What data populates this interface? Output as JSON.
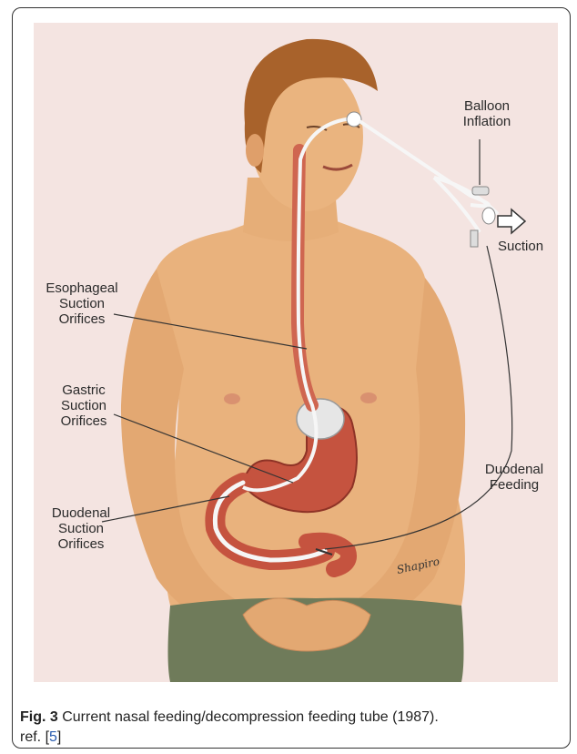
{
  "figure": {
    "labels": {
      "balloon_inflation": [
        "Balloon",
        "Inflation"
      ],
      "suction": "Suction",
      "esophageal": [
        "Esophageal",
        "Suction",
        "Orifices"
      ],
      "gastric": [
        "Gastric",
        "Suction",
        "Orifices"
      ],
      "duodenal_feeding": [
        "Duodenal",
        "Feeding"
      ],
      "duodenal_suction": [
        "Duodenal",
        "Suction",
        "Orifices"
      ]
    },
    "artist_signature": "Shapiro",
    "colors": {
      "background": "#f4e4e1",
      "skin": "#e9b27d",
      "hair": "#a8622b",
      "pants": "#6f7b5a",
      "organ": "#c5533f"
    }
  },
  "caption": {
    "fig_label": "Fig. 3",
    "text": " Current nasal feeding/decompression feeding tube (1987).",
    "line2_prefix": "ref. [",
    "ref_number": "5",
    "line2_suffix": "]"
  }
}
